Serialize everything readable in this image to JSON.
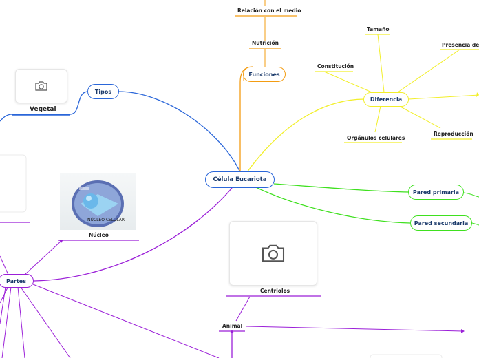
{
  "colors": {
    "blue": "#2a66d9",
    "orange": "#f39c12",
    "yellow": "#f2ef2a",
    "green": "#3fe01f",
    "purple": "#9b1fd8",
    "root_text": "#1b3a6b"
  },
  "root": {
    "label": "Célula Eucariota"
  },
  "branches": {
    "tipos": {
      "label": "Tipos",
      "child": "Vegetal",
      "child_icon": "camera-icon"
    },
    "funciones": {
      "label": "Funciones",
      "children": [
        "Nutrición",
        "Relación con el medio"
      ]
    },
    "diferencia": {
      "label": "Diferencia",
      "children": [
        "Tamaño",
        "Presencia de n",
        "Constitución",
        "Orgánulos celulares",
        "Reproducción"
      ]
    },
    "pared_primaria": {
      "label": "Pared primaria"
    },
    "pared_secundaria": {
      "label": "Pared secundaria"
    },
    "partes": {
      "label": "Partes",
      "nucleo": "Núcleo",
      "nucleo_image_text": "NÚCLEO CELULAR"
    },
    "animal": {
      "label": "Animal",
      "child": "Centriolos",
      "child_icon": "camera-icon"
    }
  }
}
